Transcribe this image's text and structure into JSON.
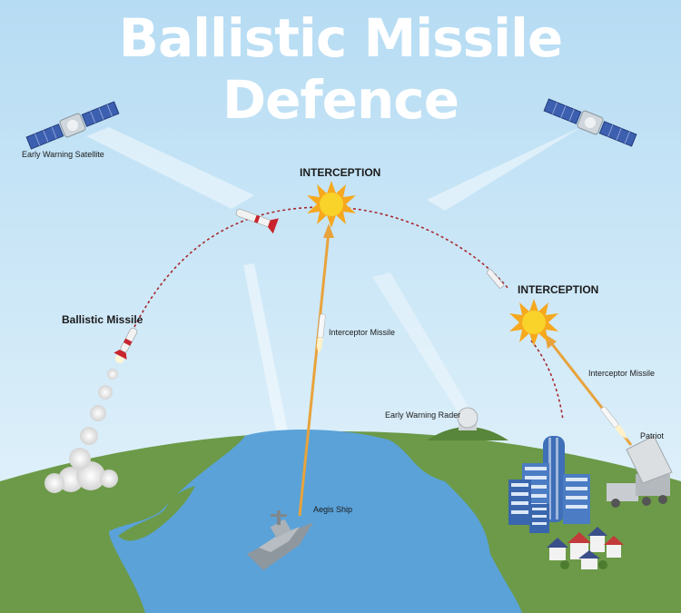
{
  "title": "Ballistic Missile Defence",
  "labels": {
    "early_warning_satellite": "Early Warning Satellite",
    "interception_top": "INTERCEPTION",
    "interception_right": "INTERCEPTION",
    "ballistic_missile": "Ballistic Missile",
    "interceptor_missile_center": "Interceptor Missile",
    "interceptor_missile_right": "Interceptor Missile",
    "early_warning_radar": "Early Warning Rader",
    "aegis_ship": "Aegis Ship",
    "patriot": "Patriot"
  },
  "colors": {
    "sky_top": "#bfe3f7",
    "sky_bottom": "#e9f6fd",
    "ocean": "#5aa2d8",
    "land": "#6e9a48",
    "trajectory": "#a8282e",
    "interceptor_trail": "#e8a33c",
    "explosion": "#f6c21e",
    "building": "#3f6fb8",
    "ship": "#9ea6ad"
  }
}
